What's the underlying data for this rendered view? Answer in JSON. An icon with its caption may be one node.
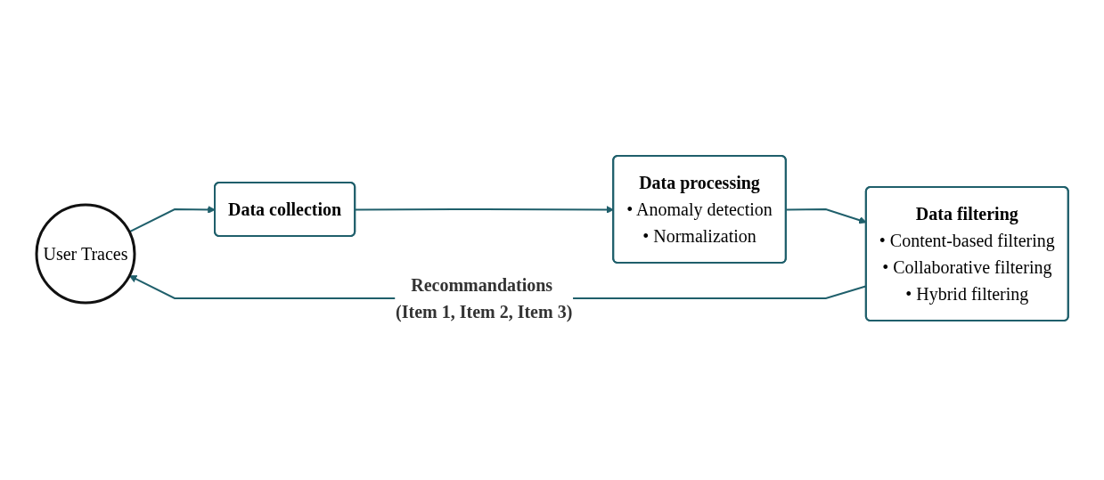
{
  "diagram": {
    "nodes": [
      {
        "text": [
          "User Traces"
        ]
      },
      {
        "text": [
          "Data collection"
        ]
      },
      {
        "text": [
          "Data processing",
          "• Anomaly detection",
          "• Normalization"
        ]
      },
      {
        "text": [
          "Data filtering",
          "• Content-based filtering",
          "• Collaborative filtering",
          "• Hybrid filtering"
        ]
      }
    ],
    "edges": [
      {
        "from": 0,
        "to": 1,
        "arrow": "to"
      },
      {
        "from": 1,
        "to": 2,
        "arrow": "to"
      },
      {
        "from": 2,
        "to": 3,
        "arrow": "to"
      },
      {
        "from": 3,
        "to": 0,
        "arrow": "to",
        "label": "Recommandations (Item 1, Item 2, Item 3)"
      }
    ]
  }
}
